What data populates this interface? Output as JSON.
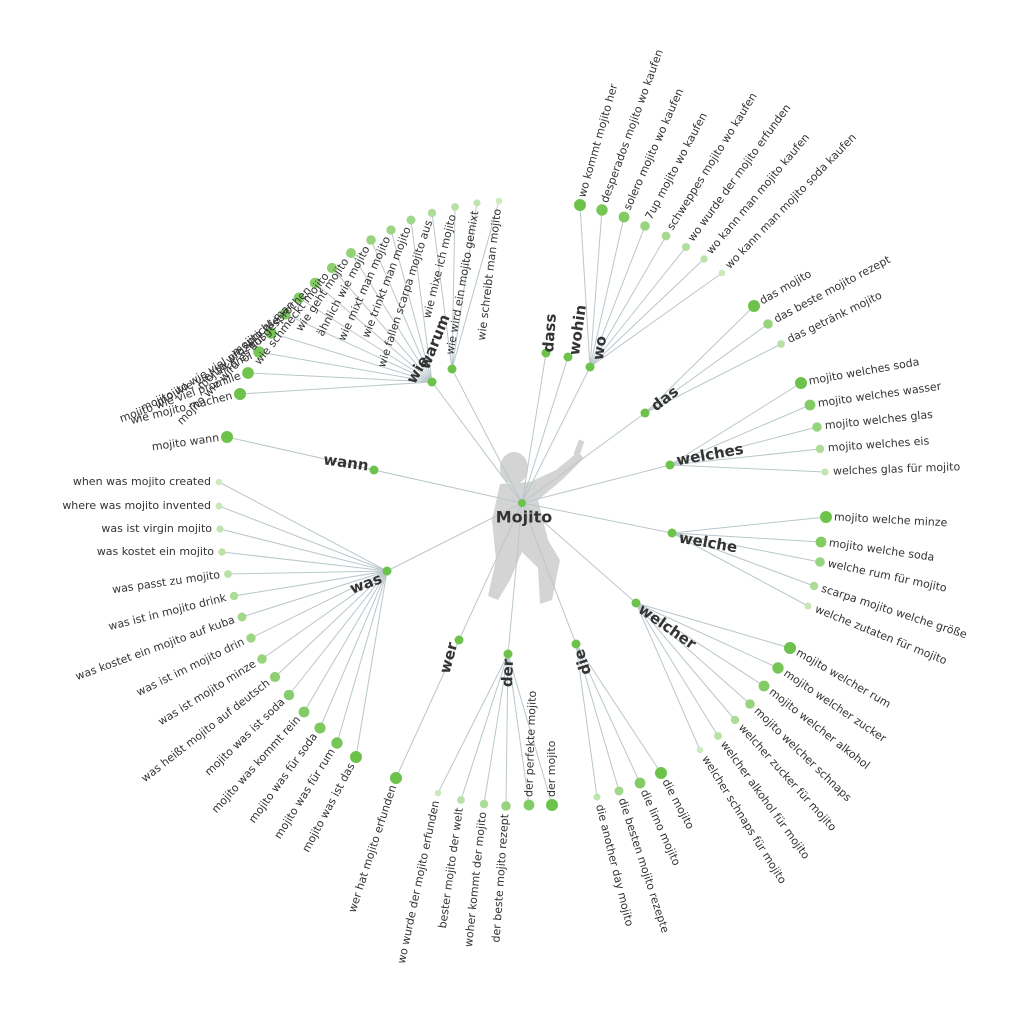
{
  "root": {
    "label": "Mojito"
  },
  "colors": {
    "strong": "#6dc24b",
    "mid": "#9fd68a",
    "light": "#d6eecb",
    "link": "#b9c7cc",
    "text": "#333333",
    "figure": "#d4d4d4"
  },
  "branches": [
    {
      "label": "warum",
      "leaves": [
        {
          "label": "wie schreibt man mojito",
          "strength": 0.1
        },
        {
          "label": "wie wird ein mojito gemixt",
          "strength": 0.2
        },
        {
          "label": "wie mixe ich mojito",
          "strength": 0.3
        },
        {
          "label": "wie fallen scarpa mojito aus",
          "strength": 0.4
        }
      ]
    },
    {
      "label": "wie",
      "leaves": [
        {
          "label": "wie trinkt man mojito",
          "strength": 0.5
        },
        {
          "label": "wie mixt man mojito",
          "strength": 0.55
        },
        {
          "label": "ähnlich wie mojito",
          "strength": 0.6
        },
        {
          "label": "wie geht mojito",
          "strength": 0.65
        },
        {
          "label": "wie schmeckt mojito",
          "strength": 0.7
        },
        {
          "label": "mojito wie wird es ausgesprochen",
          "strength": 0.75
        },
        {
          "label": "mojito wie spricht man",
          "strength": 0.8
        },
        {
          "label": "mojito wie",
          "strength": 0.85
        },
        {
          "label": "mojito wie viel prozent",
          "strength": 0.9
        },
        {
          "label": "mojito wie viel alkohol",
          "strength": 0.92
        },
        {
          "label": "mojito wie viel promille",
          "strength": 0.95
        },
        {
          "label": "wie mojito machen",
          "strength": 1.0
        }
      ]
    },
    {
      "label": "wann",
      "leaves": [
        {
          "label": "mojito wann",
          "strength": 1.0
        }
      ]
    },
    {
      "label": "was",
      "leaves": [
        {
          "label": "when was mojito created",
          "strength": 0.1
        },
        {
          "label": "where was mojito invented",
          "strength": 0.15
        },
        {
          "label": "was ist virgin mojito",
          "strength": 0.2
        },
        {
          "label": "was kostet ein mojito",
          "strength": 0.25
        },
        {
          "label": "was passt zu mojito",
          "strength": 0.3
        },
        {
          "label": "was ist in mojito drink",
          "strength": 0.4
        },
        {
          "label": "was kostet ein mojito auf kuba",
          "strength": 0.5
        },
        {
          "label": "was ist im mojito drin",
          "strength": 0.55
        },
        {
          "label": "was ist mojito minze",
          "strength": 0.6
        },
        {
          "label": "was heißt mojito auf deutsch",
          "strength": 0.7
        },
        {
          "label": "mojito was ist soda",
          "strength": 0.75
        },
        {
          "label": "mojito was kommt rein",
          "strength": 0.8
        },
        {
          "label": "mojito was für soda",
          "strength": 0.85
        },
        {
          "label": "mojito was für rum",
          "strength": 0.9
        },
        {
          "label": "mojito was ist das",
          "strength": 1.0
        }
      ]
    },
    {
      "label": "wer",
      "leaves": [
        {
          "label": "wer hat mojito erfunden",
          "strength": 1.0
        }
      ]
    },
    {
      "label": "der",
      "leaves": [
        {
          "label": "wo wurde der mojito erfunden",
          "strength": 0.1
        },
        {
          "label": "bester mojito der welt",
          "strength": 0.3
        },
        {
          "label": "woher kommt der mojito",
          "strength": 0.4
        },
        {
          "label": "der beste mojito rezept",
          "strength": 0.6
        },
        {
          "label": "der perfekte mojito",
          "strength": 0.8
        },
        {
          "label": "der mojito",
          "strength": 1.0
        }
      ]
    },
    {
      "label": "die",
      "leaves": [
        {
          "label": "die another day mojito",
          "strength": 0.2
        },
        {
          "label": "die besten mojito rezepte",
          "strength": 0.5
        },
        {
          "label": "die limo mojito",
          "strength": 0.8
        },
        {
          "label": "die mojito",
          "strength": 1.0
        }
      ]
    },
    {
      "label": "welcher",
      "leaves": [
        {
          "label": "mojito welcher rum",
          "strength": 1.0
        },
        {
          "label": "mojito welcher zucker",
          "strength": 0.9
        },
        {
          "label": "mojito welcher alkohol",
          "strength": 0.8
        },
        {
          "label": "mojito welcher schnaps",
          "strength": 0.6
        },
        {
          "label": "welcher zucker für mojito",
          "strength": 0.4
        },
        {
          "label": "welcher alkohol für mojito",
          "strength": 0.3
        },
        {
          "label": "welcher schnaps für mojito",
          "strength": 0.1
        }
      ]
    },
    {
      "label": "welche",
      "leaves": [
        {
          "label": "mojito welche minze",
          "strength": 1.0
        },
        {
          "label": "mojito welche soda",
          "strength": 0.8
        },
        {
          "label": "welche rum für mojito",
          "strength": 0.6
        },
        {
          "label": "scarpa mojito welche größe",
          "strength": 0.4
        },
        {
          "label": "welche zutaten für mojito",
          "strength": 0.15
        }
      ]
    },
    {
      "label": "welches",
      "leaves": [
        {
          "label": "mojito welches soda",
          "strength": 1.0
        },
        {
          "label": "mojito welches wasser",
          "strength": 0.8
        },
        {
          "label": "mojito welches glas",
          "strength": 0.6
        },
        {
          "label": "mojito welches eis",
          "strength": 0.4
        },
        {
          "label": "welches glas für mojito",
          "strength": 0.2
        }
      ]
    },
    {
      "label": "das",
      "leaves": [
        {
          "label": "das mojito",
          "strength": 1.0
        },
        {
          "label": "das beste mojito rezept",
          "strength": 0.6
        },
        {
          "label": "das getränk mojito",
          "strength": 0.3
        }
      ]
    },
    {
      "label": "wo",
      "leaves": [
        {
          "label": "wo kommt mojito her",
          "strength": 1.0
        },
        {
          "label": "desperados mojito wo kaufen",
          "strength": 0.9
        },
        {
          "label": "solero mojito wo kaufen",
          "strength": 0.8
        },
        {
          "label": "7up mojito wo kaufen",
          "strength": 0.6
        },
        {
          "label": "schweppes mojito wo kaufen",
          "strength": 0.45
        },
        {
          "label": "wo wurde der mojito erfunden",
          "strength": 0.35
        },
        {
          "label": "wo kann man mojito kaufen",
          "strength": 0.25
        },
        {
          "label": "wo kann man mojito soda kaufen",
          "strength": 0.1
        }
      ]
    },
    {
      "label": "wohin",
      "leaves": []
    },
    {
      "label": "dass",
      "leaves": []
    }
  ]
}
